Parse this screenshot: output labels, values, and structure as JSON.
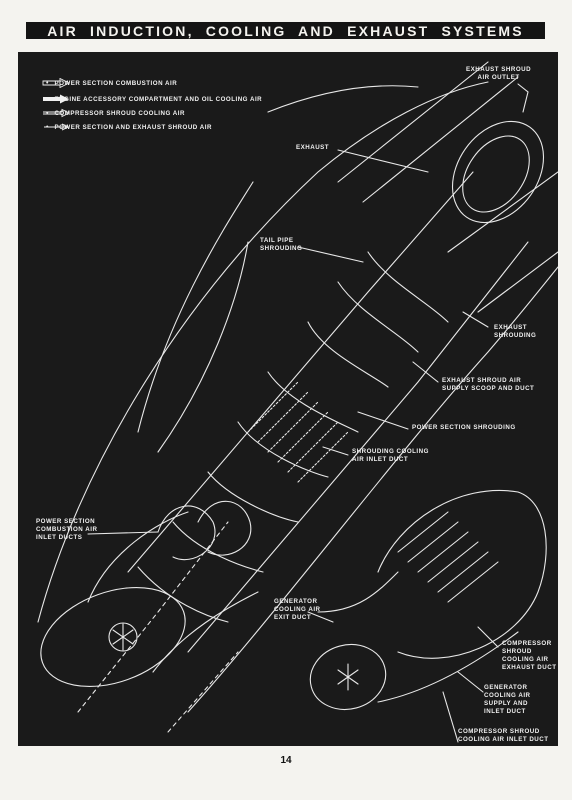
{
  "title": "AIR INDUCTION, COOLING AND EXHAUST SYSTEMS",
  "legend": [
    {
      "icon": "hollow-arrow-icon",
      "text": "POWER SECTION COMBUSTION AIR"
    },
    {
      "icon": "solid-arrow-icon",
      "text": "ENGINE ACCESSORY COMPARTMENT AND OIL COOLING AIR"
    },
    {
      "icon": "hollow-tail-arrow-icon",
      "text": "COMPRESSOR SHROUD COOLING AIR"
    },
    {
      "icon": "thin-arrow-icon",
      "text": "POWER SECTION AND EXHAUST SHROUD AIR"
    }
  ],
  "callouts": {
    "exhaust_shroud_air_outlet": "EXHAUST SHROUD\nAIR OUTLET",
    "exhaust": "EXHAUST",
    "tail_pipe_shrouding": "TAIL PIPE\nSHROUDING",
    "exhaust_shrouding": "EXHAUST\nSHROUDING",
    "exhaust_shroud_air_supply": "EXHAUST SHROUD AIR\nSUPPLY SCOOP AND DUCT",
    "power_section_shrouding": "POWER SECTION SHROUDING",
    "shrouding_cooling_air_inlet": "SHROUDING COOLING\nAIR INLET DUCT",
    "power_section_inlet_ducts": "POWER SECTION\nCOMBUSTION AIR\nINLET DUCTS",
    "generator_cooling_air_exit": "GENERATOR\nCOOLING AIR\nEXIT DUCT",
    "compressor_shroud_exhaust": "COMPRESSOR\nSHROUD\nCOOLING AIR\nEXHAUST DUCT",
    "generator_cooling_supply": "GENERATOR\nCOOLING AIR\nSUPPLY AND\nINLET DUCT",
    "compressor_shroud_inlet": "COMPRESSOR SHROUD\nCOOLING AIR INLET DUCT"
  },
  "page_number": "14"
}
